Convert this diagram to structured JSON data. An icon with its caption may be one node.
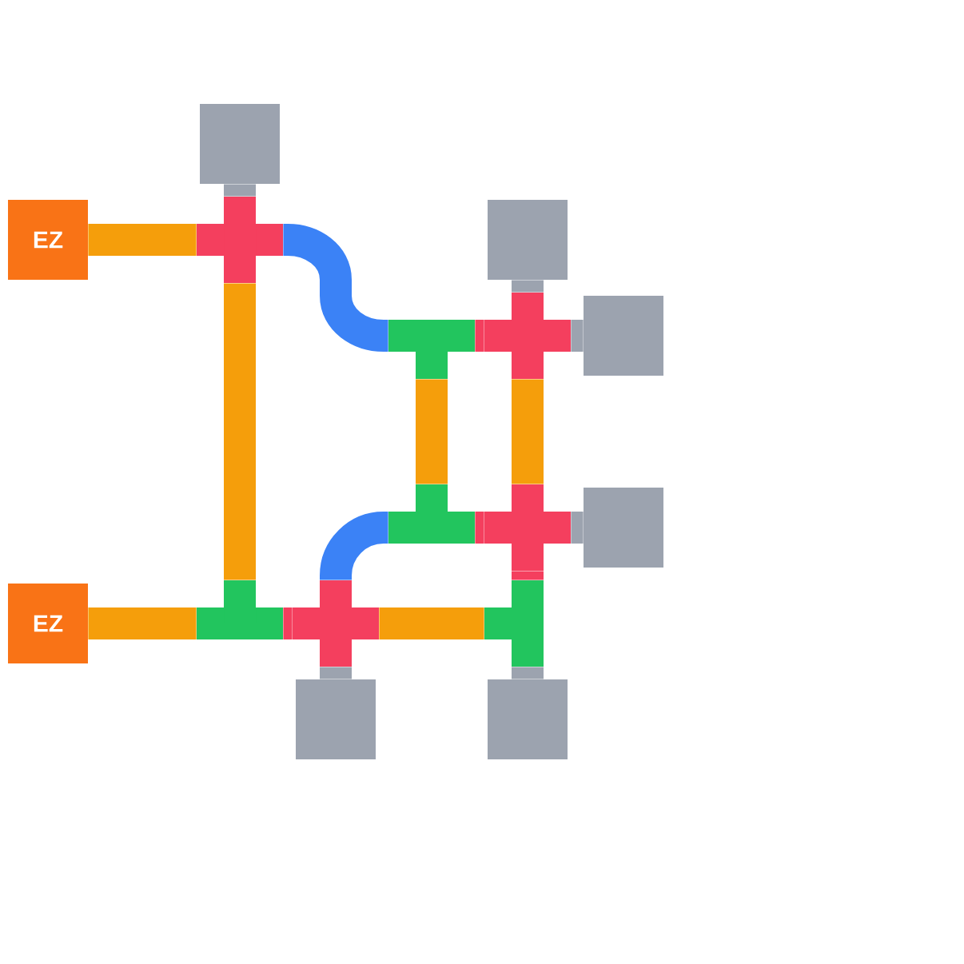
{
  "diagram": {
    "nodes": [
      {
        "text": [],
        "shape": "box"
      },
      {
        "text": [
          "EZ"
        ]
      },
      {
        "text": [],
        "shape": "cross"
      },
      {
        "text": [],
        "shape": "box"
      },
      {
        "text": [],
        "shape": "tee"
      },
      {
        "text": [],
        "shape": "cross"
      },
      {
        "text": [],
        "shape": "box"
      },
      {
        "text": [],
        "shape": "tee"
      },
      {
        "text": [],
        "shape": "cross"
      },
      {
        "text": [],
        "shape": "box"
      },
      {
        "text": [
          "EZ"
        ]
      },
      {
        "text": [],
        "shape": "tee"
      },
      {
        "text": [],
        "shape": "cross"
      },
      {
        "text": [],
        "shape": "tee"
      },
      {
        "text": [],
        "shape": "box"
      },
      {
        "text": [],
        "shape": "box"
      }
    ],
    "edges": [
      {
        "from": 1,
        "to": 2,
        "arrow": "none",
        "color": "#f59e0b"
      },
      {
        "from": 2,
        "to": 0,
        "arrow": "none",
        "color": "#9ca3af"
      },
      {
        "from": 2,
        "to": 11,
        "arrow": "none",
        "color": "#f59e0b"
      },
      {
        "from": 2,
        "to": 4,
        "arrow": "none",
        "color": "#3b82f6"
      },
      {
        "from": 4,
        "to": 5,
        "arrow": "none",
        "color": "#f43f5e"
      },
      {
        "from": 5,
        "to": 3,
        "arrow": "none",
        "color": "#9ca3af"
      },
      {
        "from": 5,
        "to": 6,
        "arrow": "none",
        "color": "#9ca3af"
      },
      {
        "from": 4,
        "to": 7,
        "arrow": "none",
        "color": "#f59e0b"
      },
      {
        "from": 5,
        "to": 8,
        "arrow": "none",
        "color": "#f59e0b"
      },
      {
        "from": 7,
        "to": 8,
        "arrow": "none",
        "color": "#f43f5e"
      },
      {
        "from": 8,
        "to": 9,
        "arrow": "none",
        "color": "#9ca3af"
      },
      {
        "from": 7,
        "to": 12,
        "arrow": "none",
        "color": "#3b82f6"
      },
      {
        "from": 10,
        "to": 11,
        "arrow": "none",
        "color": "#f59e0b"
      },
      {
        "from": 11,
        "to": 12,
        "arrow": "none",
        "color": "#f43f5e"
      },
      {
        "from": 12,
        "to": 13,
        "arrow": "none",
        "color": "#f59e0b"
      },
      {
        "from": 8,
        "to": 13,
        "arrow": "none",
        "color": "#f43f5e"
      },
      {
        "from": 12,
        "to": 14,
        "arrow": "none",
        "color": "#9ca3af"
      },
      {
        "from": 13,
        "to": 15,
        "arrow": "none",
        "color": "#9ca3af"
      }
    ]
  }
}
